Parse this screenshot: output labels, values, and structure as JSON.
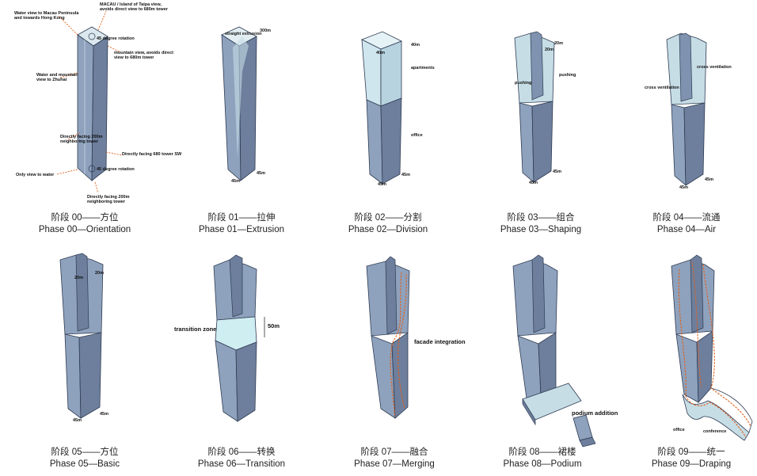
{
  "colors": {
    "glass_front": "#7f93b0",
    "glass_side": "#5c6f8d",
    "glass_light": "#c6dde6",
    "glass_cyan": "#cfeef2",
    "edge": "#2f3b52",
    "orange": "#e2601c",
    "arrow": "#bfe6ee"
  },
  "panels": [
    {
      "caption_zh": "阶段 00——方位",
      "caption_en": "Phase 00—Orientation",
      "labels": {
        "a": "Water view to Macau Peninsula",
        "a2": "and towards Hong Kong",
        "b": "MACAU / Island of Taipa view,",
        "b2": "avoids direct view to 680m tower",
        "c": "45 degree rotation",
        "d": "mountain view, avoids direct",
        "d2": "view to 680m tower",
        "e": "Water and mountain",
        "e2": "view to Zhuhai",
        "f": "Directly facing 200m",
        "f2": "neighboring tower",
        "g": "Directly facing 680 tower SW",
        "h": "45 degree rotation",
        "i": "Only view to water",
        "j": "Directly facing 200m",
        "j2": "neighboring tower"
      }
    },
    {
      "caption_zh": "阶段 01——拉伸",
      "caption_en": "Phase 01—Extrusion",
      "labels": {
        "a": "straight extrusion",
        "b": "300m",
        "c": "45m",
        "d": "45m"
      }
    },
    {
      "caption_zh": "阶段 02——分割",
      "caption_en": "Phase 02—Division",
      "labels": {
        "a": "40m",
        "b": "40m",
        "c": "apartments",
        "d": "office",
        "e": "45m",
        "f": "45m"
      }
    },
    {
      "caption_zh": "阶段 03——组合",
      "caption_en": "Phase 03—Shaping",
      "labels": {
        "a": "20m",
        "b": "20m",
        "c": "pushing",
        "d": "pushing",
        "e": "45m",
        "f": "45m"
      }
    },
    {
      "caption_zh": "阶段 04——流通",
      "caption_en": "Phase 04—Air",
      "labels": {
        "a": "cross ventilation",
        "b": "cross ventilation",
        "c": "45m",
        "d": "45m"
      }
    },
    {
      "caption_zh": "阶段 05——方位",
      "caption_en": "Phase 05—Basic",
      "labels": {
        "a": "20m",
        "b": "20m",
        "c": "45m",
        "d": "45m"
      }
    },
    {
      "caption_zh": "阶段 06——转换",
      "caption_en": "Phase 06—Transition",
      "labels": {
        "a": "transition zone",
        "b": "50m"
      }
    },
    {
      "caption_zh": "阶段 07——融合",
      "caption_en": "Phase 07—Merging",
      "labels": {
        "a": "facade integration"
      }
    },
    {
      "caption_zh": "阶段 08——裙楼",
      "caption_en": "Phase 08—Podium",
      "labels": {
        "a": "podium addition"
      }
    },
    {
      "caption_zh": "阶段 09——统一",
      "caption_en": "Phase 09—Draping",
      "labels": {
        "a": "office",
        "b": "conference"
      }
    }
  ]
}
